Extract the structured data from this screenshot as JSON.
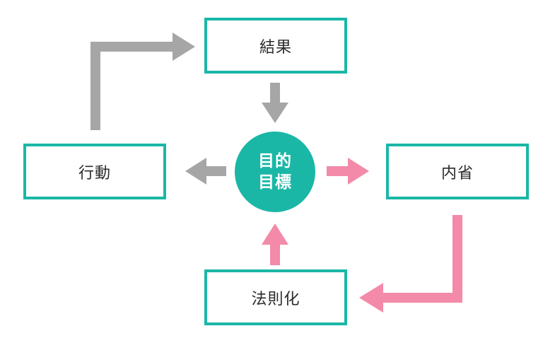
{
  "diagram": {
    "nodes": {
      "result": "結果",
      "action": "行動",
      "reflection": "内省",
      "rule": "法則化"
    },
    "center": {
      "line1": "目的",
      "line2": "目標"
    }
  },
  "colors": {
    "teal": "#1bb7a6",
    "gray_arrow": "#a6a6a6",
    "pink_arrow": "#f38aa9",
    "text": "#2b2b2b"
  }
}
